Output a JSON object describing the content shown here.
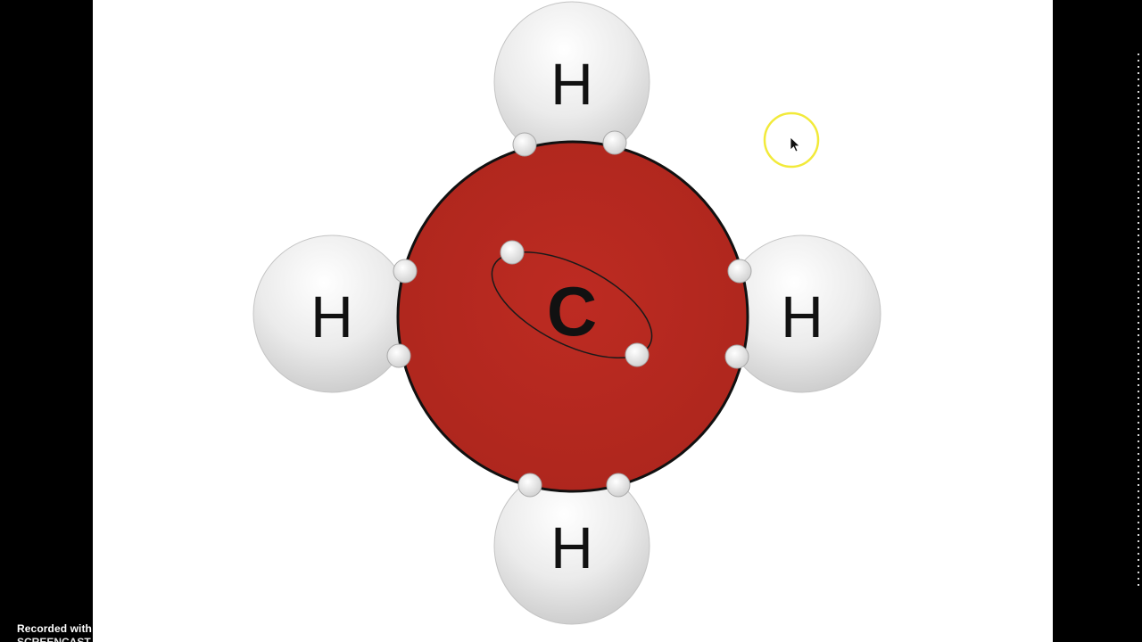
{
  "diagram": {
    "carbon": {
      "symbol": "C",
      "fill": "#b8291f"
    },
    "hydrogens": [
      {
        "id": "top",
        "symbol": "H"
      },
      {
        "id": "left",
        "symbol": "H"
      },
      {
        "id": "right",
        "symbol": "H"
      },
      {
        "id": "bottom",
        "symbol": "H"
      }
    ],
    "colors": {
      "hydrogen_fill": "#e2e2e2",
      "electron_fill": "#eeeeee",
      "cursor_highlight": "#f2ea3a"
    }
  },
  "watermark": {
    "recorded_with": "Recorded with",
    "brand": "SCREENCAST-O-MATIC"
  }
}
